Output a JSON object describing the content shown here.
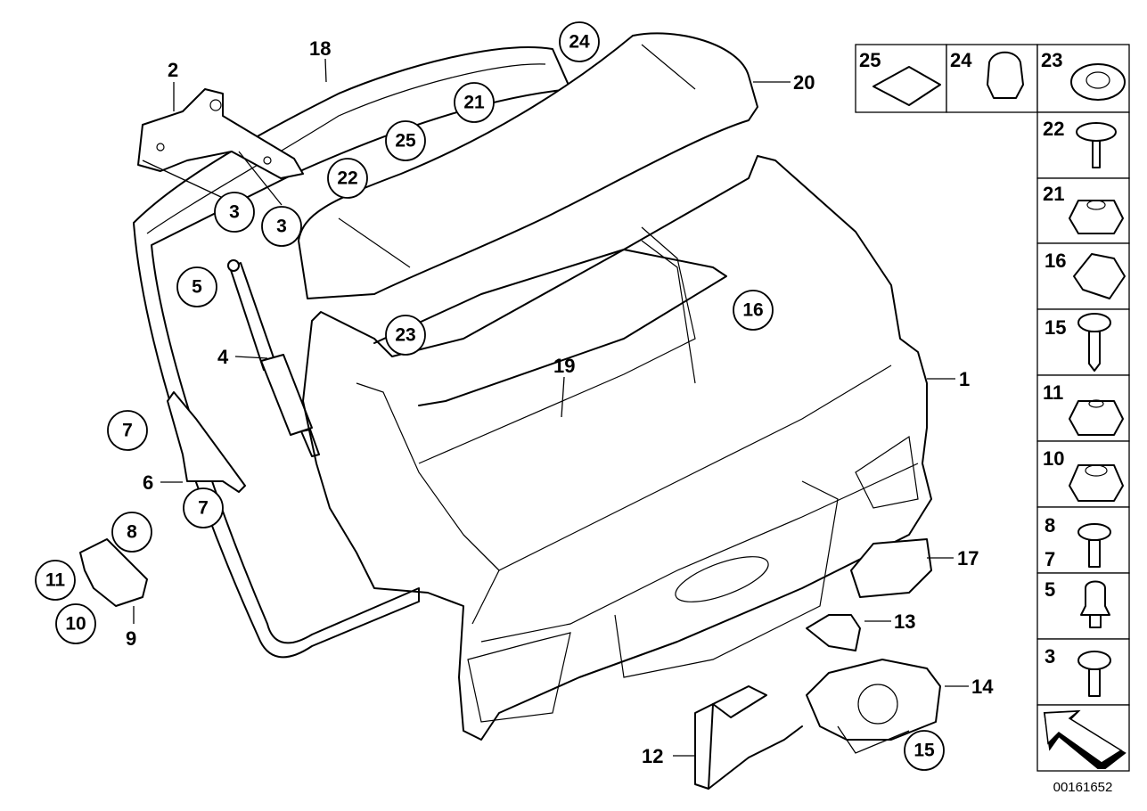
{
  "diagram": {
    "labels": [
      "18",
      "2",
      "20",
      "4",
      "6",
      "9",
      "19",
      "1",
      "17",
      "13",
      "14",
      "12"
    ],
    "callouts": [
      "24",
      "21",
      "25",
      "22",
      "3",
      "3",
      "5",
      "23",
      "16",
      "7",
      "7",
      "8",
      "11",
      "10",
      "15"
    ],
    "legend_top": [
      "25",
      "24",
      "23"
    ],
    "legend_column": [
      "22",
      "21",
      "16",
      "15",
      "11",
      "10",
      "8",
      "7",
      "5",
      "3"
    ],
    "drawing_number": "00161652",
    "icons": [
      "fastener-clip",
      "grommet",
      "expanding-nut",
      "screw",
      "nut",
      "clip",
      "torx-screw",
      "ball-stud",
      "orientation-arrow"
    ]
  }
}
